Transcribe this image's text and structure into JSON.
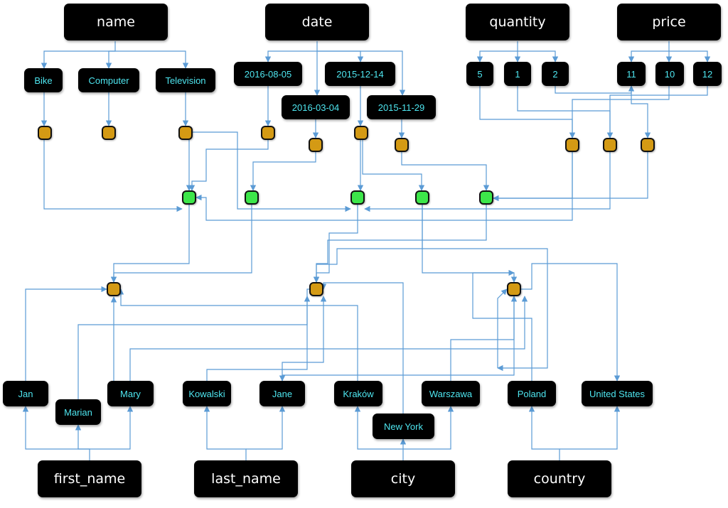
{
  "attributes": {
    "name": "name",
    "date": "date",
    "quantity": "quantity",
    "price": "price",
    "first_name": "first_name",
    "last_name": "last_name",
    "city": "city",
    "country": "country"
  },
  "values": {
    "name": [
      "Bike",
      "Computer",
      "Television"
    ],
    "date": [
      "2016-08-05",
      "2016-03-04",
      "2015-12-14",
      "2015-11-29"
    ],
    "quantity": [
      "5",
      "1",
      "2"
    ],
    "price": [
      "11",
      "10",
      "12"
    ],
    "first_name": [
      "Jan",
      "Marian",
      "Mary"
    ],
    "last_name": [
      "Kowalski",
      "Jane"
    ],
    "city": [
      "Kraków",
      "New York",
      "Warszawa"
    ],
    "country": [
      "Poland",
      "United States"
    ]
  },
  "colors": {
    "edge": "#5b9bd5",
    "box": "#000000",
    "attribute_text": "#ffffff",
    "value_text": "#4ee6f0",
    "value_node": "#d49a14",
    "record_node": "#3de64a"
  }
}
